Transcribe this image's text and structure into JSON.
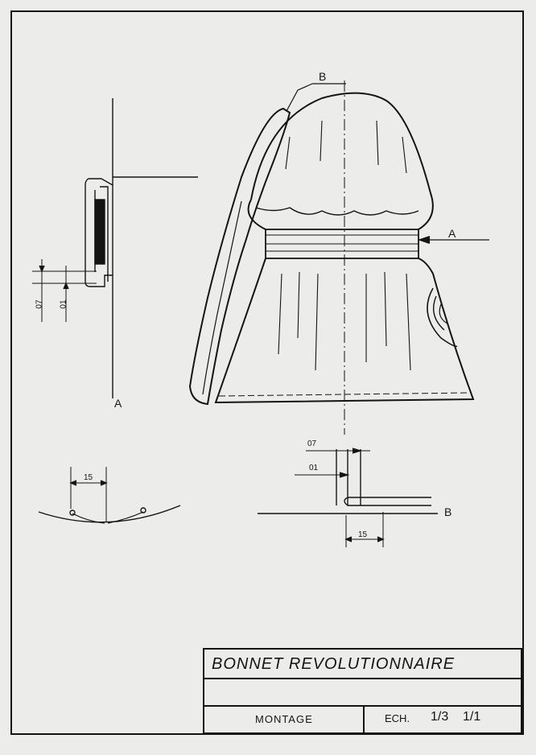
{
  "labels": {
    "b_top": "B",
    "a_band": "A",
    "a_section": "A",
    "b_section": "B"
  },
  "dimensions": {
    "left_07": "07",
    "left_01": "01",
    "arc_15": "15",
    "bottom_07": "07",
    "bottom_01": "01",
    "bottom_15": "15"
  },
  "title_block": {
    "title": "BONNET REVOLUTIONNAIRE",
    "subtitle": "MONTAGE",
    "scale_prefix": "ECH.",
    "scale_1": "1/3",
    "scale_2": "1/1"
  },
  "colors": {
    "paper": "#ecedeb",
    "ink": "#141414",
    "guide": "#9a9c98"
  }
}
